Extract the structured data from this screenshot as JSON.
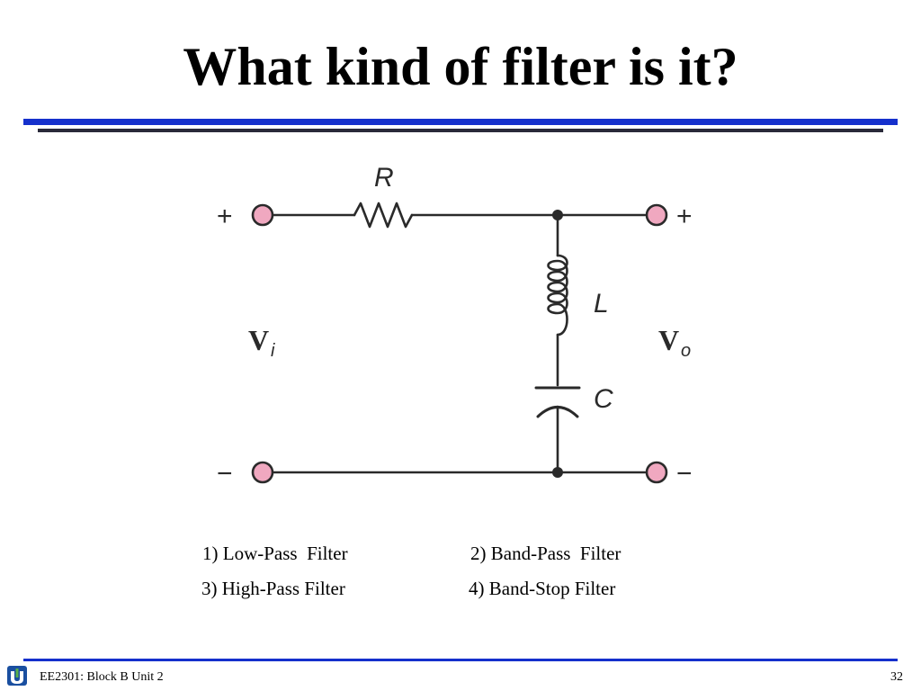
{
  "slide": {
    "title": "What kind of filter is it?",
    "page_number": "32"
  },
  "circuit": {
    "resistor_label": "R",
    "inductor_label": "L",
    "capacitor_label": "C",
    "input_label": "V",
    "input_subscript": "i",
    "output_label": "V",
    "output_subscript": "o",
    "plus_symbol": "+",
    "minus_symbol": "−"
  },
  "options": [
    "1) Low-Pass  Filter",
    "2) Band-Pass  Filter",
    "3) High-Pass Filter",
    "4) Band-Stop Filter"
  ],
  "footer": {
    "course_label": "EE2301: Block B Unit 2"
  },
  "colors": {
    "title_rule": "#1530cc",
    "terminal_fill": "#f0a8c0",
    "wire": "#2a2a2a"
  }
}
